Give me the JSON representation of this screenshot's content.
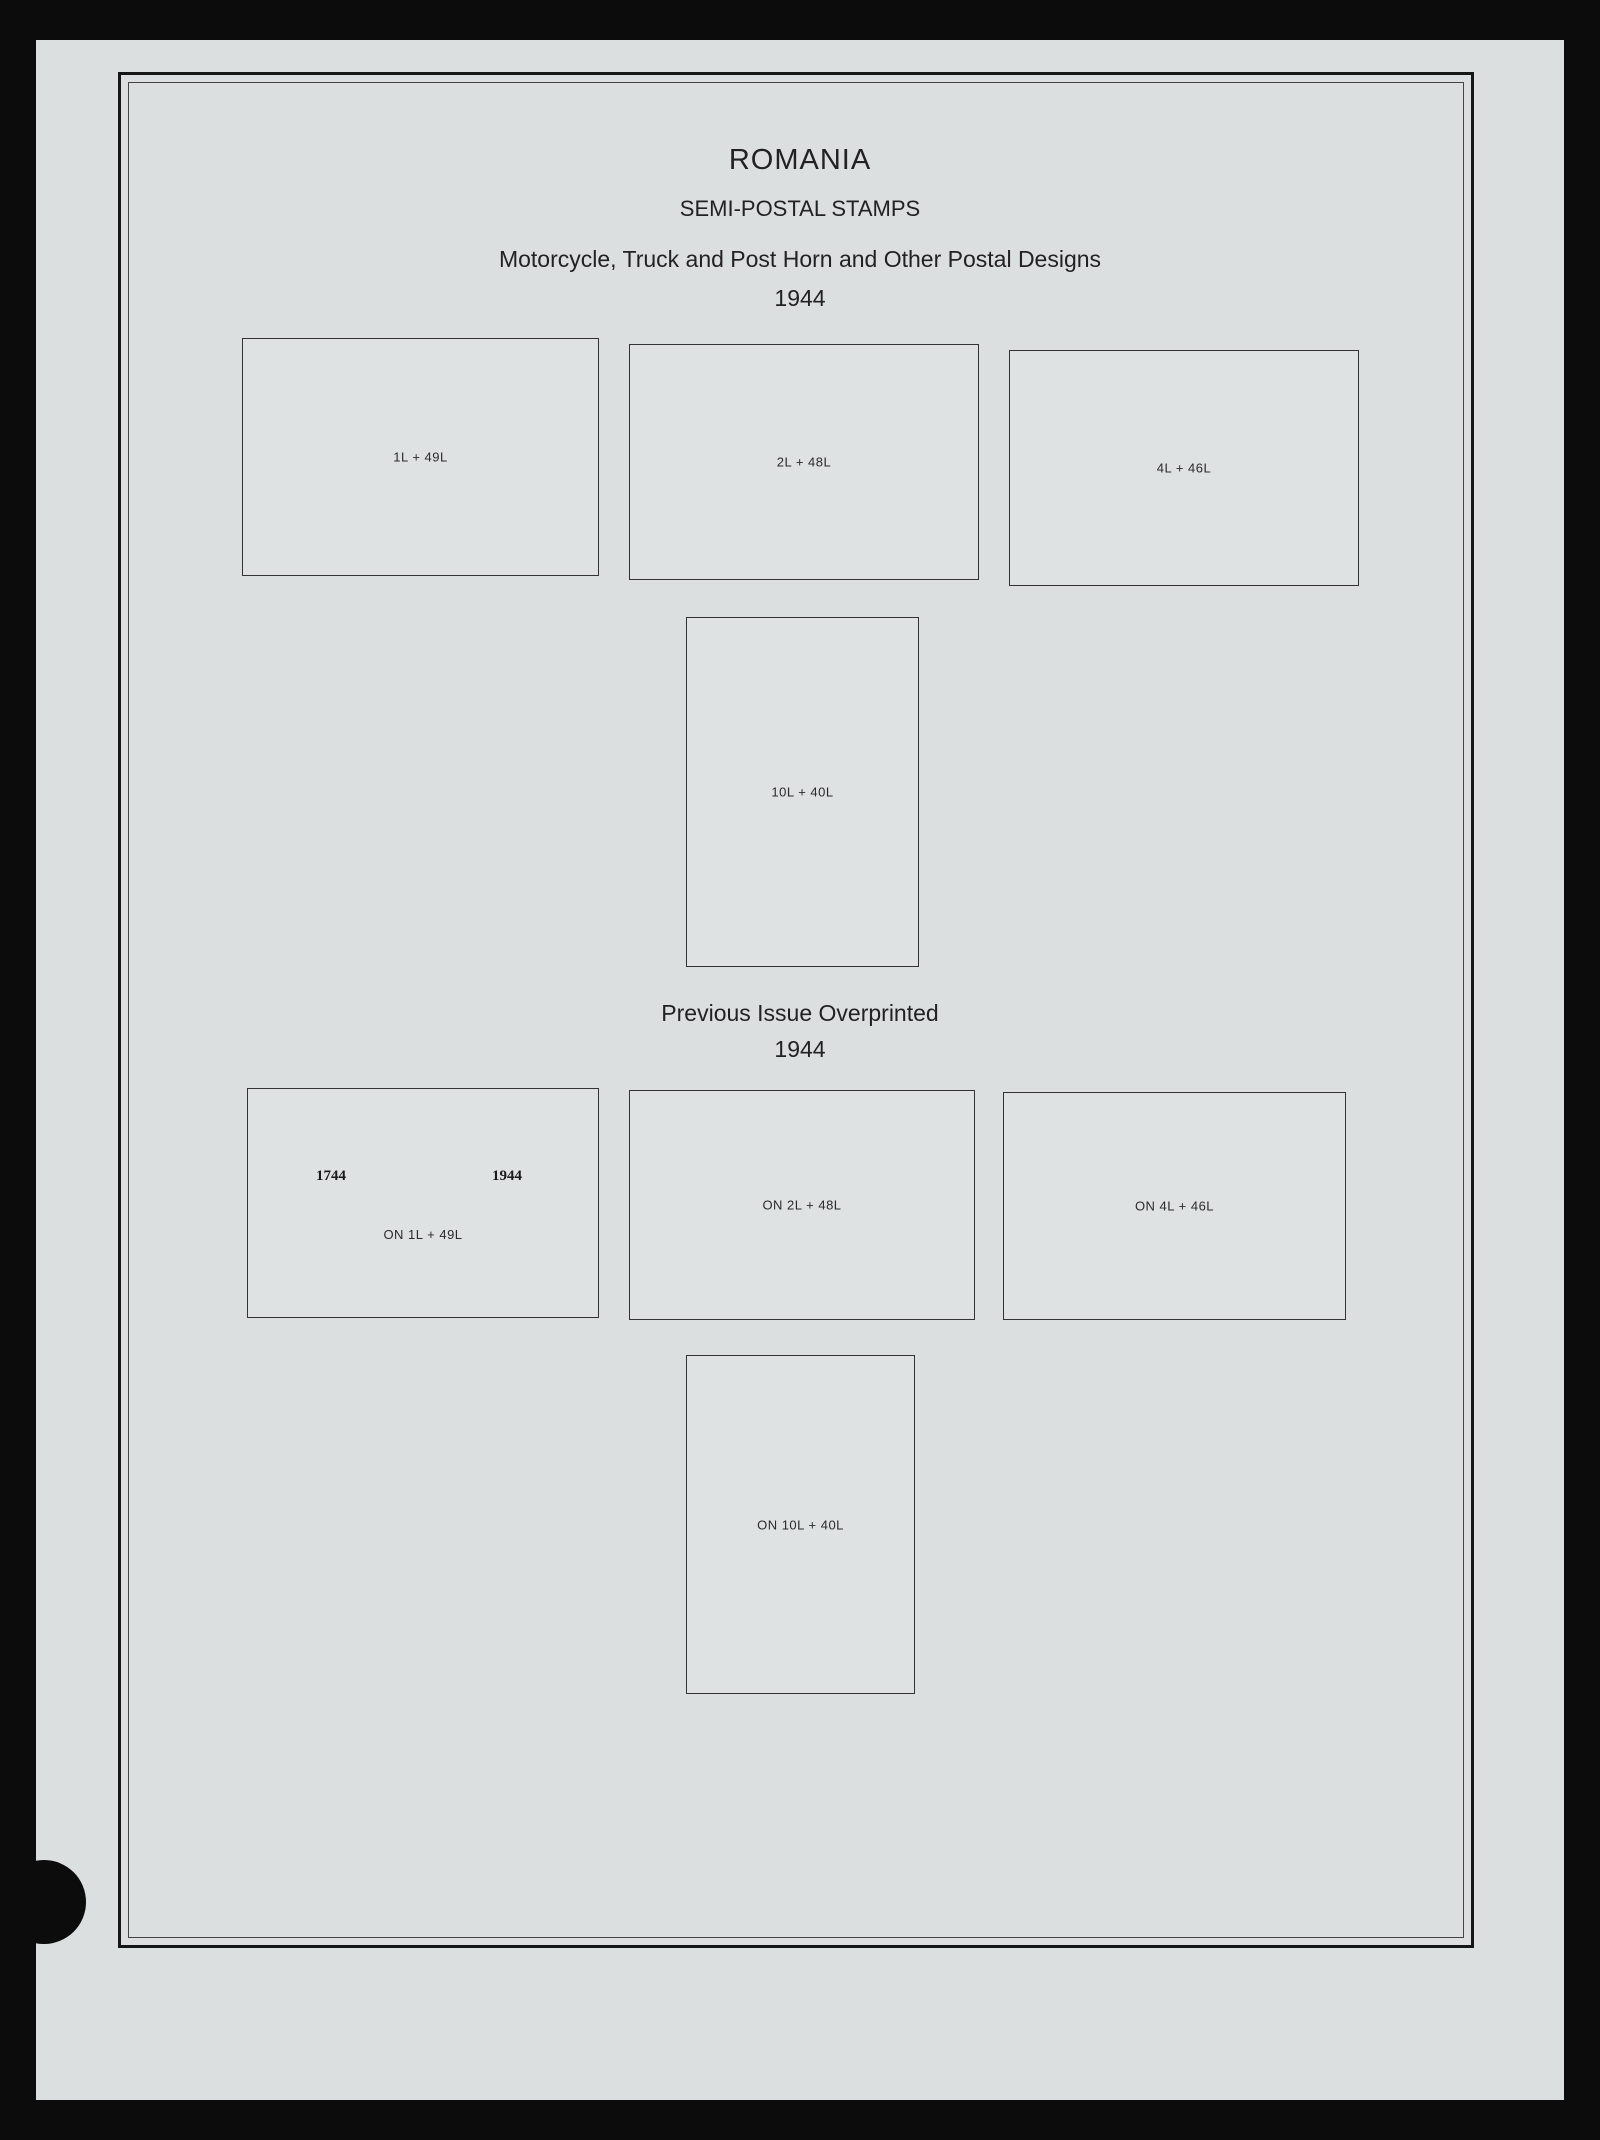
{
  "page": {
    "country": "ROMANIA",
    "subtitle": "SEMI-POSTAL STAMPS"
  },
  "issues": [
    {
      "title": "Motorcycle, Truck and Post Horn and Other Postal Designs",
      "year": "1944",
      "spaces": [
        {
          "label": "1L + 49L"
        },
        {
          "label": "2L + 48L"
        },
        {
          "label": "4L + 46L"
        },
        {
          "label": "10L + 40L"
        }
      ]
    },
    {
      "title": "Previous Issue Overprinted",
      "year": "1944",
      "spaces": [
        {
          "label": "ON 1L + 49L",
          "overprint_left": "1744",
          "overprint_right": "1944"
        },
        {
          "label": "ON 2L + 48L"
        },
        {
          "label": "ON 4L + 46L"
        },
        {
          "label": "ON 10L + 40L"
        }
      ]
    }
  ]
}
